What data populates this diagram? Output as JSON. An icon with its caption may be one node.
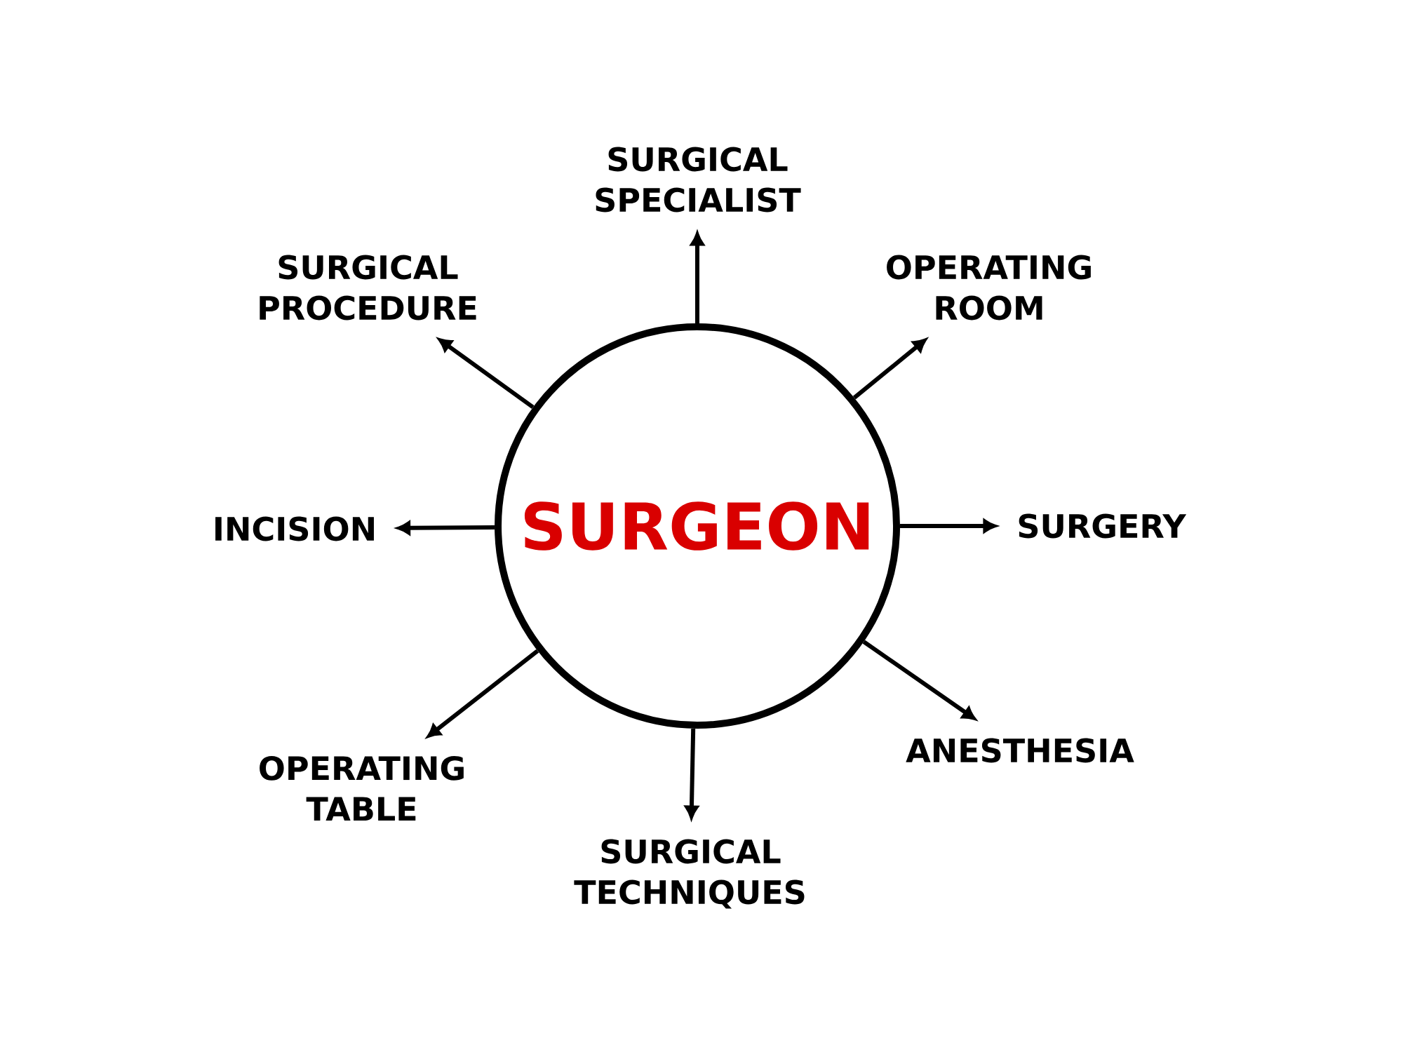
{
  "diagram": {
    "nodes": [
      {
        "text": [
          "SURGEON"
        ]
      },
      {
        "text": [
          "SURGICAL SPECIALIST"
        ]
      },
      {
        "text": [
          "OPERATING ROOM"
        ]
      },
      {
        "text": [
          "SURGERY"
        ]
      },
      {
        "text": [
          "ANESTHESIA"
        ]
      },
      {
        "text": [
          "SURGICAL TECHNIQUES"
        ]
      },
      {
        "text": [
          "OPERATING TABLE"
        ]
      },
      {
        "text": [
          "INCISION"
        ]
      },
      {
        "text": [
          "SURGICAL PROCEDURE"
        ]
      }
    ],
    "edges": [
      {
        "from": 0,
        "to": 1,
        "arrow": "to"
      },
      {
        "from": 0,
        "to": 2,
        "arrow": "to"
      },
      {
        "from": 0,
        "to": 3,
        "arrow": "to"
      },
      {
        "from": 0,
        "to": 4,
        "arrow": "to"
      },
      {
        "from": 0,
        "to": 5,
        "arrow": "to"
      },
      {
        "from": 0,
        "to": 6,
        "arrow": "to"
      },
      {
        "from": 0,
        "to": 7,
        "arrow": "to"
      },
      {
        "from": 0,
        "to": 8,
        "arrow": "to"
      }
    ]
  }
}
